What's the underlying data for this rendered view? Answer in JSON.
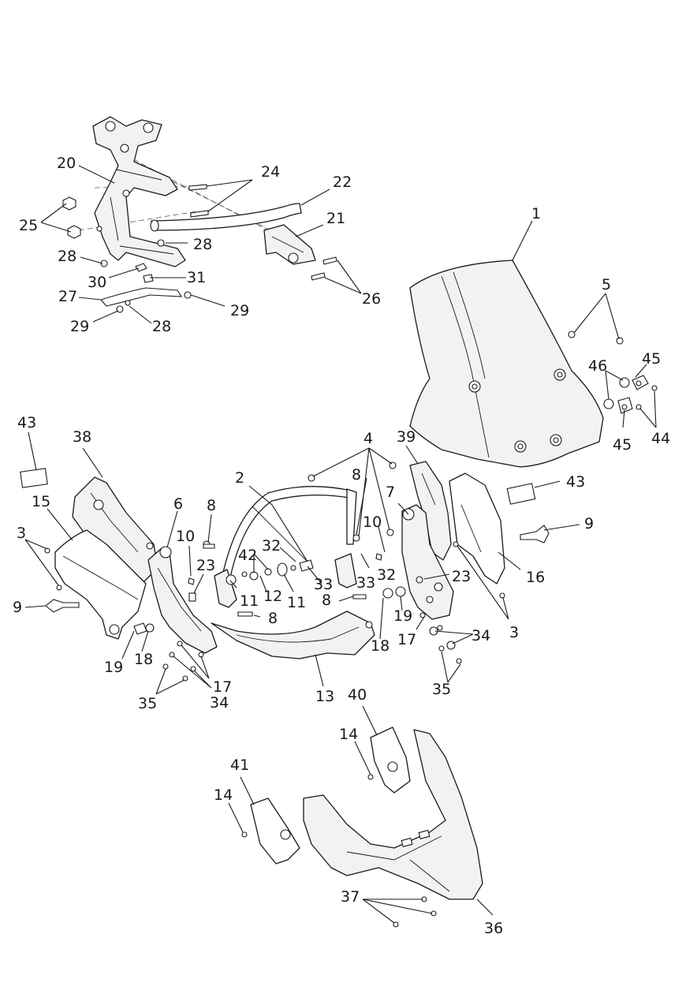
{
  "callouts": {
    "c1": "1",
    "c2": "2",
    "c3a": "3",
    "c3b": "3",
    "c4": "4",
    "c5": "5",
    "c6": "6",
    "c7": "7",
    "c8a": "8",
    "c8b": "8",
    "c8c": "8",
    "c8d": "8",
    "c9a": "9",
    "c9b": "9",
    "c10a": "10",
    "c10b": "10",
    "c11a": "11",
    "c11b": "11",
    "c12": "12",
    "c13": "13",
    "c14a": "14",
    "c14b": "14",
    "c15": "15",
    "c16": "16",
    "c17a": "17",
    "c17b": "17",
    "c18a": "18",
    "c18b": "18",
    "c19a": "19",
    "c19b": "19",
    "c20": "20",
    "c21": "21",
    "c22": "22",
    "c23a": "23",
    "c23b": "23",
    "c24": "24",
    "c25": "25",
    "c26": "26",
    "c27": "27",
    "c28a": "28",
    "c28b": "28",
    "c28c": "28",
    "c29a": "29",
    "c29b": "29",
    "c30": "30",
    "c31": "31",
    "c32a": "32",
    "c32b": "32",
    "c33a": "33",
    "c33b": "33",
    "c34a": "34",
    "c34b": "34",
    "c35a": "35",
    "c35b": "35",
    "c36": "36",
    "c37": "37",
    "c38": "38",
    "c39": "39",
    "c40": "40",
    "c41": "41",
    "c42": "42",
    "c43a": "43",
    "c43b": "43",
    "c44": "44",
    "c45a": "45",
    "c45b": "45",
    "c46": "46"
  }
}
